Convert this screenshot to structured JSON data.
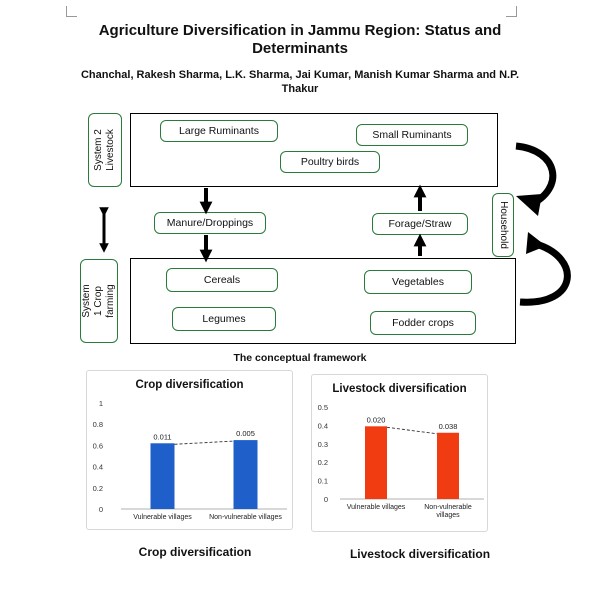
{
  "header": {
    "title": "Agriculture Diversification in Jammu Region: Status and Determinants",
    "authors": "Chanchal, Rakesh Sharma, L.K. Sharma, Jai Kumar, Manish Kumar Sharma and N.P. Thakur"
  },
  "framework": {
    "system2_label": "System 2 Livestock",
    "system1_label": "System 1 Crop farming",
    "household_label": "Household",
    "livestock_items": [
      "Large Ruminants",
      "Small Ruminants",
      "Poultry birds"
    ],
    "crop_items": [
      "Cereals",
      "Vegetables",
      "Legumes",
      "Fodder crops"
    ],
    "manure_label": "Manure/Droppings",
    "forage_label": "Forage/Straw",
    "caption": "The conceptual framework"
  },
  "chart_data": [
    {
      "type": "bar",
      "title": "Crop diversification",
      "categories": [
        "Vulnerable villages",
        "Non-vulnerable villages"
      ],
      "values": [
        0.62,
        0.65
      ],
      "data_labels": [
        "0.011",
        "0.005"
      ],
      "ylim": [
        0,
        1
      ],
      "yticks": [
        "0",
        "0.2",
        "0.4",
        "0.6",
        "0.8",
        "1"
      ],
      "color": "#1f5fc9",
      "caption": "Crop diversification"
    },
    {
      "type": "bar",
      "title": "Livestock diversification",
      "categories": [
        "Vulnerable villages",
        "Non-vulnerable villages"
      ],
      "values": [
        0.395,
        0.36
      ],
      "data_labels": [
        "0.020",
        "0.038"
      ],
      "ylim": [
        0,
        0.5
      ],
      "yticks": [
        "0",
        "0.1",
        "0.2",
        "0.3",
        "0.4",
        "0.5"
      ],
      "color": "#f03c10",
      "caption": "Livestock diversification"
    }
  ]
}
